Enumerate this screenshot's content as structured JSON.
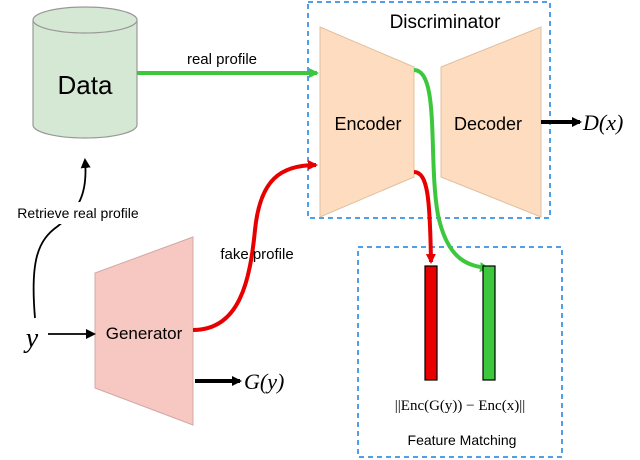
{
  "diagram": {
    "data_store": {
      "label": "Data"
    },
    "discriminator": {
      "title": "Discriminator",
      "encoder": "Encoder",
      "decoder": "Decoder",
      "output": "D(x)"
    },
    "generator": {
      "label": "Generator",
      "output": "G(y)"
    },
    "input": {
      "label": "y"
    },
    "edges": {
      "real_profile": "real profile",
      "fake_profile": "fake profile",
      "retrieve": "Retrieve real profile"
    },
    "feature_matching": {
      "title": "Feature Matching",
      "formula": "||Enc(G(y)) − Enc(x)||"
    },
    "colors": {
      "real_path": "#3cc73c",
      "fake_path": "#e80000",
      "cylinder_fill": "#d5e8d4",
      "trapezoid_fill": "#fddcbf",
      "generator_fill": "#f7c7c2",
      "dashed_border": "#1a7fe0"
    }
  }
}
